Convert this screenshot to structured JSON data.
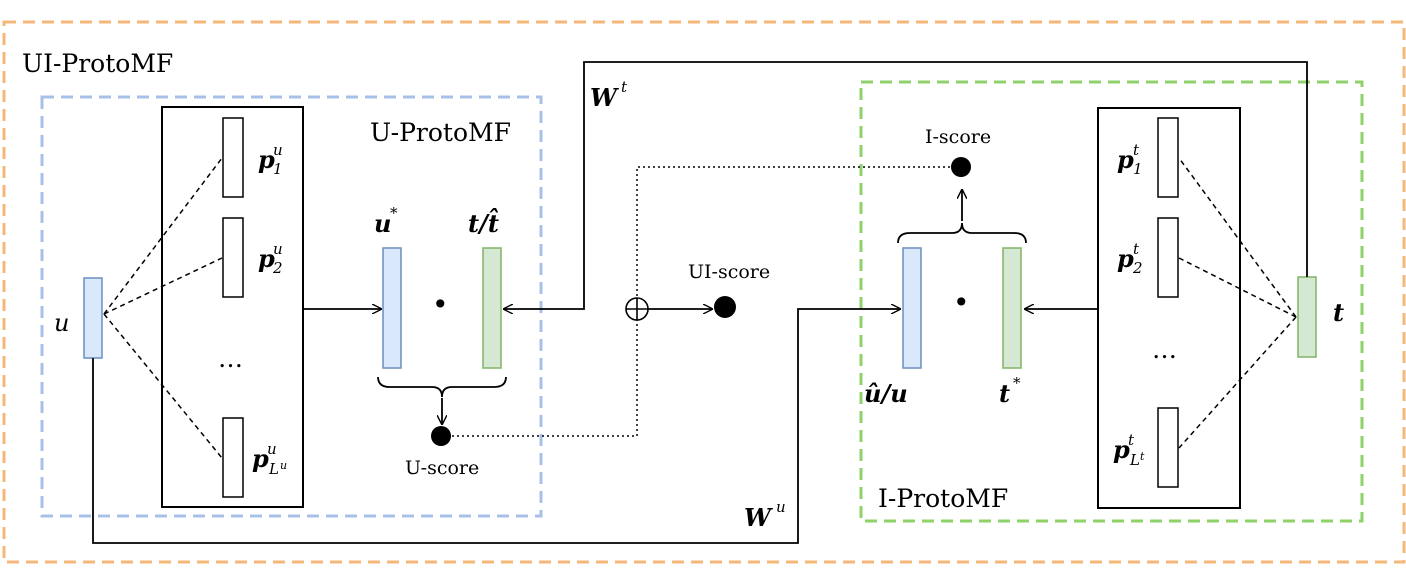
{
  "diagram": {
    "outer_title": "UI-ProtoMF",
    "user_module_title": "U-ProtoMF",
    "item_module_title": "I-ProtoMF",
    "scores": {
      "user": "U-score",
      "item": "I-score",
      "combined": "UI-score"
    },
    "combine_symbol": "⊕",
    "dot_symbol": "•",
    "ellipsis": "…",
    "user_side": {
      "input": "u",
      "prototypes": [
        {
          "base": "p",
          "sup": "u",
          "sub": "1"
        },
        {
          "base": "p",
          "sup": "u",
          "sub": "2"
        },
        {
          "base": "p",
          "sup": "u",
          "sub": "L",
          "subsub": "u"
        }
      ],
      "user_vector": {
        "base": "u",
        "sup": "*"
      },
      "item_vector": "t/t̂"
    },
    "item_side": {
      "input": "t",
      "prototypes": [
        {
          "base": "p",
          "sup": "t",
          "sub": "1"
        },
        {
          "base": "p",
          "sup": "t",
          "sub": "2"
        },
        {
          "base": "p",
          "sup": "t",
          "sub": "L",
          "subsub": "t"
        }
      ],
      "user_vector": "û/u",
      "item_vector": {
        "base": "t",
        "sup": "*"
      }
    },
    "weights": {
      "user": {
        "base": "W",
        "sup": "u"
      },
      "item": {
        "base": "W",
        "sup": "t"
      }
    },
    "colors": {
      "outer_border": "#f5b77a",
      "user_border": "#a8c0e8",
      "item_border": "#8fd16b",
      "blue_fill": "#dae8fc",
      "blue_stroke": "#6c8ebf",
      "green_fill": "#d5e8d4",
      "green_stroke": "#82b366"
    }
  }
}
